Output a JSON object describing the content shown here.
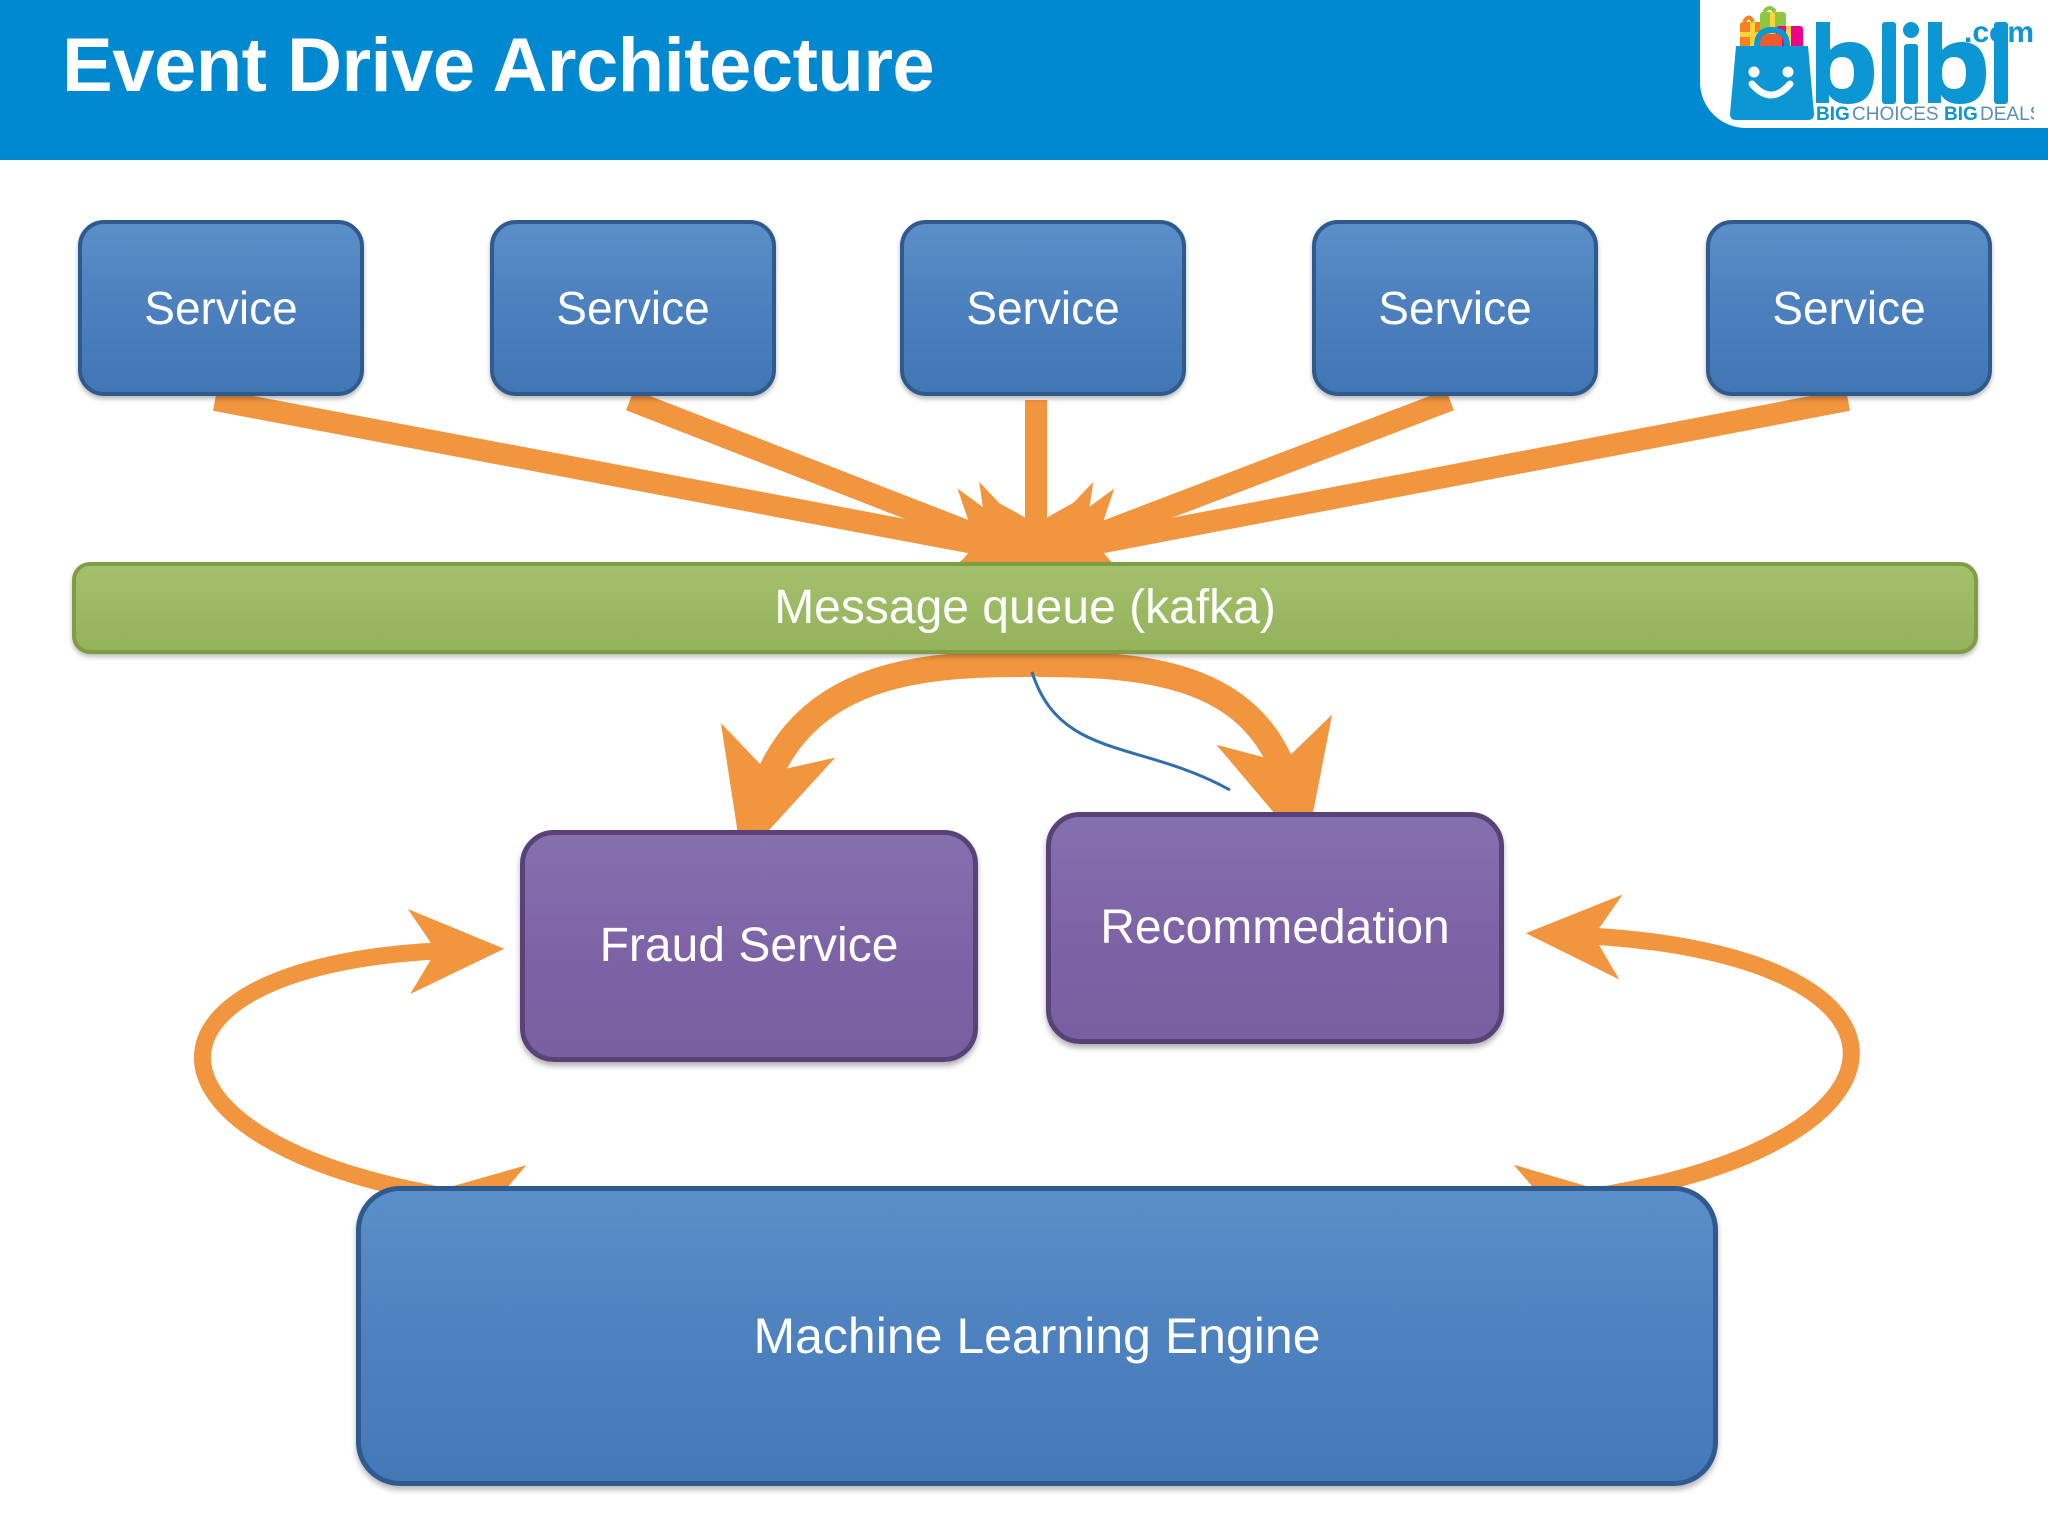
{
  "slide": {
    "title": "Event Drive Architecture",
    "header_color": "#0089d0",
    "background_color": "#ffffff"
  },
  "logo": {
    "brand": "blibli",
    "tld": ".com",
    "tagline_1_strong": "BIG",
    "tagline_1_rest": "CHOICES",
    "tagline_2_strong": "BIG",
    "tagline_2_rest": "DEALS",
    "icon": "shopping-bag-with-gifts-icon",
    "brand_color": "#0d96d4"
  },
  "diagram": {
    "producers": [
      {
        "label": "Service"
      },
      {
        "label": "Service"
      },
      {
        "label": "Service"
      },
      {
        "label": "Service"
      },
      {
        "label": "Service"
      }
    ],
    "queue": {
      "label": "Message queue (kafka)",
      "color": "#9ab862"
    },
    "consumers": [
      {
        "label": "Fraud Service",
        "color": "#7d63a6"
      },
      {
        "label": "Recommedation",
        "color": "#7d63a6"
      }
    ],
    "engine": {
      "label": "Machine Learning Engine",
      "color": "#4d81bf"
    },
    "producer_box_color": "#4a7ebc",
    "arrow_color": "#f2953f",
    "thin_curve_color": "#2f6fad"
  }
}
